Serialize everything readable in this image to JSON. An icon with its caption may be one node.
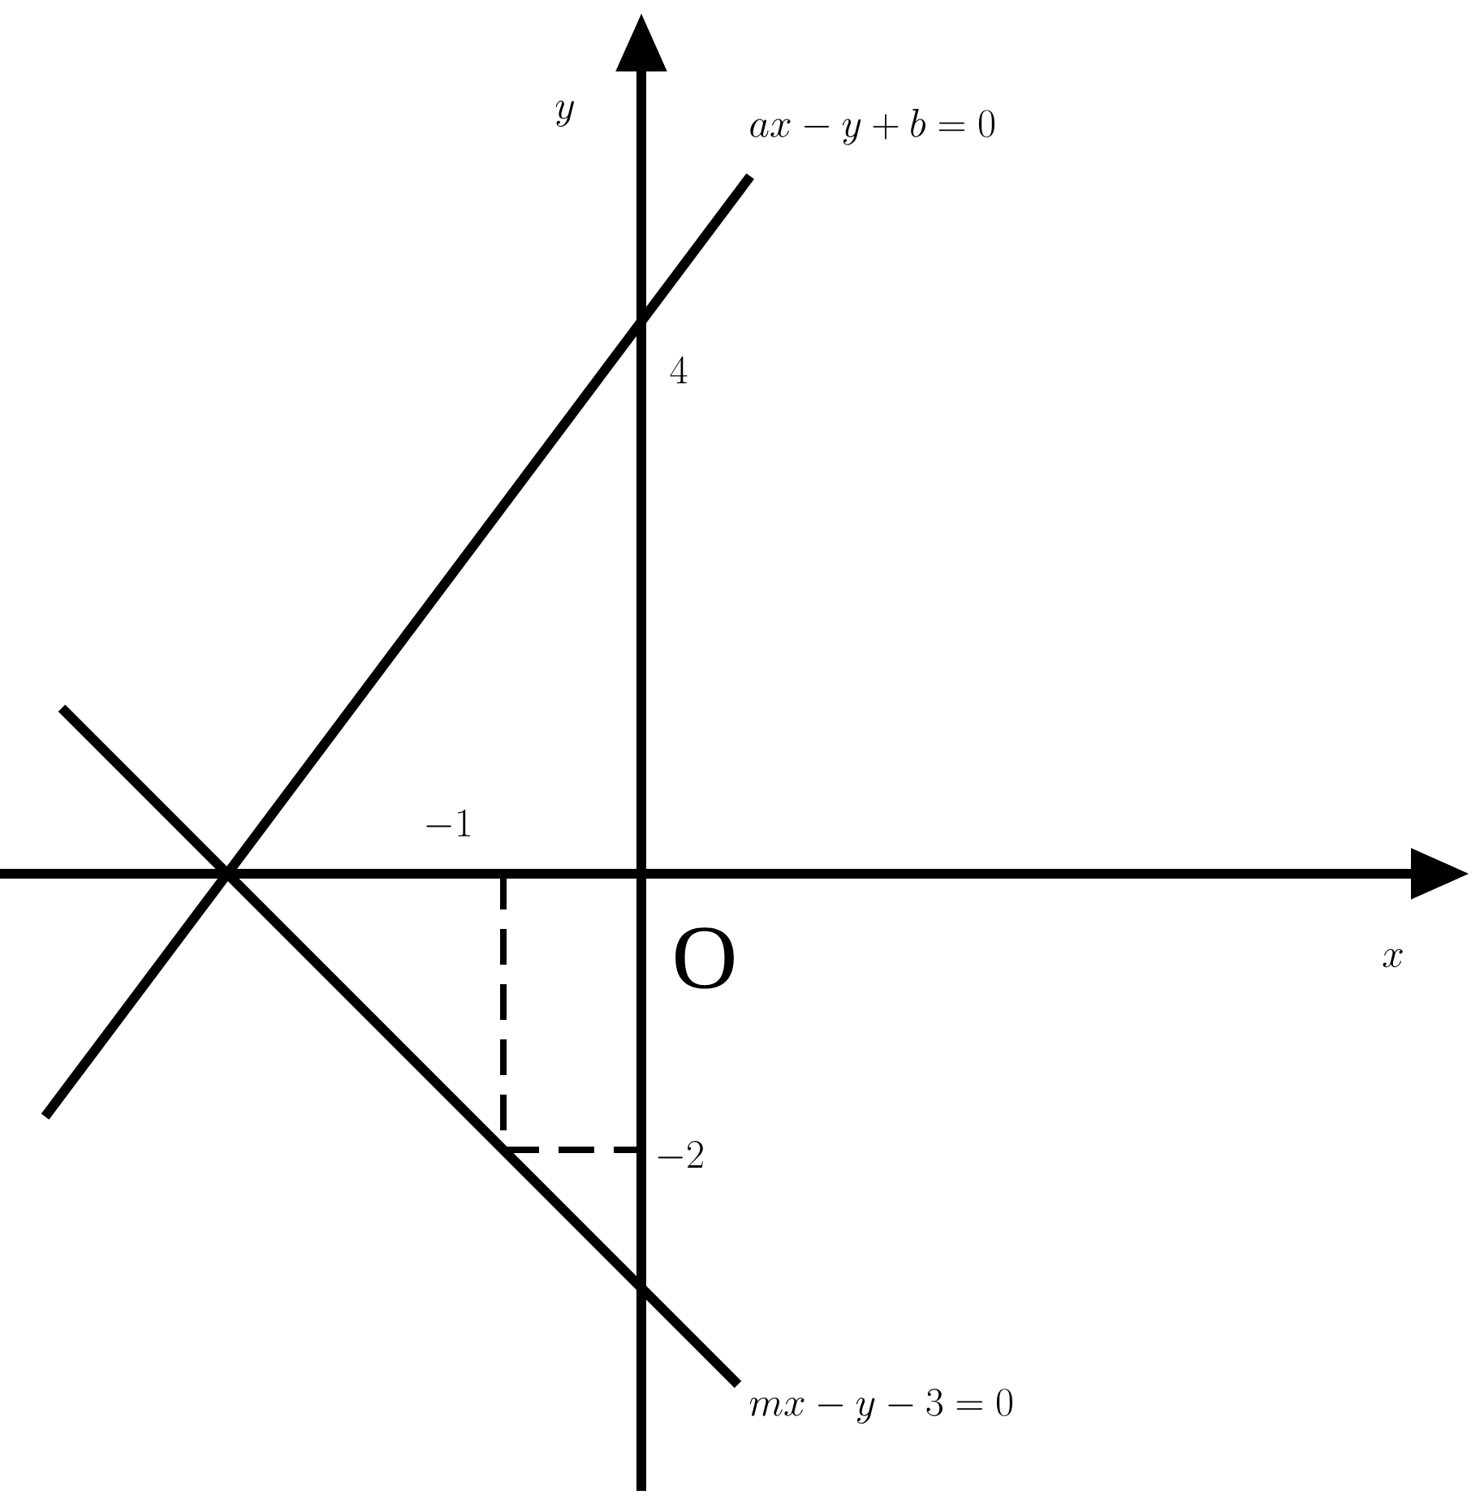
{
  "diagram": {
    "labels": [
      "y",
      "ax-y+b=0",
      "4",
      "-1",
      "O",
      "x",
      "-2",
      "mx-y-3=0"
    ]
  }
}
